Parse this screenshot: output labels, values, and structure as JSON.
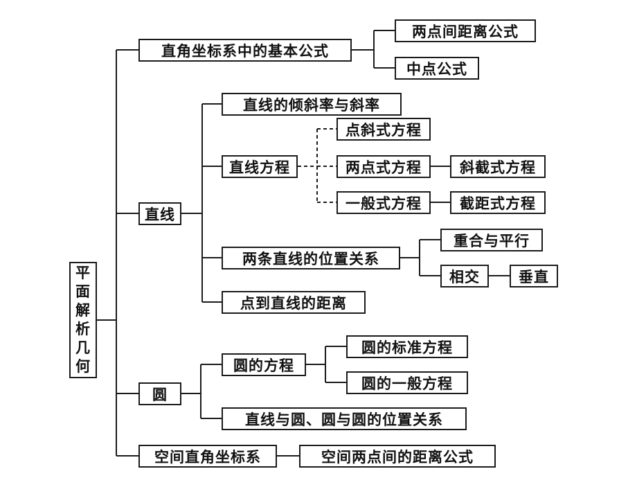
{
  "diagram": {
    "root": {
      "label": "平面解析几何",
      "chars": [
        "平",
        "面",
        "解",
        "析",
        "几",
        "何"
      ]
    },
    "nodes": {
      "basic_formulas": "直角坐标系中的基本公式",
      "two_point_distance": "两点间距离公式",
      "midpoint": "中点公式",
      "line": "直线",
      "inclination_slope": "直线的倾斜率与斜率",
      "line_equation": "直线方程",
      "point_slope": "点斜式方程",
      "two_point_form": "两点式方程",
      "slope_intercept": "斜截式方程",
      "general_form": "一般式方程",
      "intercept_form": "截距式方程",
      "two_lines_relation": "两条直线的位置关系",
      "coincide_parallel": "重合与平行",
      "intersect": "相交",
      "perpendicular": "垂直",
      "point_to_line": "点到直线的距离",
      "circle": "圆",
      "circle_equation": "圆的方程",
      "circle_standard": "圆的标准方程",
      "circle_general": "圆的一般方程",
      "circle_relations": "直线与圆、圆与圆的位置关系",
      "space_coords": "空间直角坐标系",
      "space_distance": "空间两点间的距离公式"
    }
  }
}
